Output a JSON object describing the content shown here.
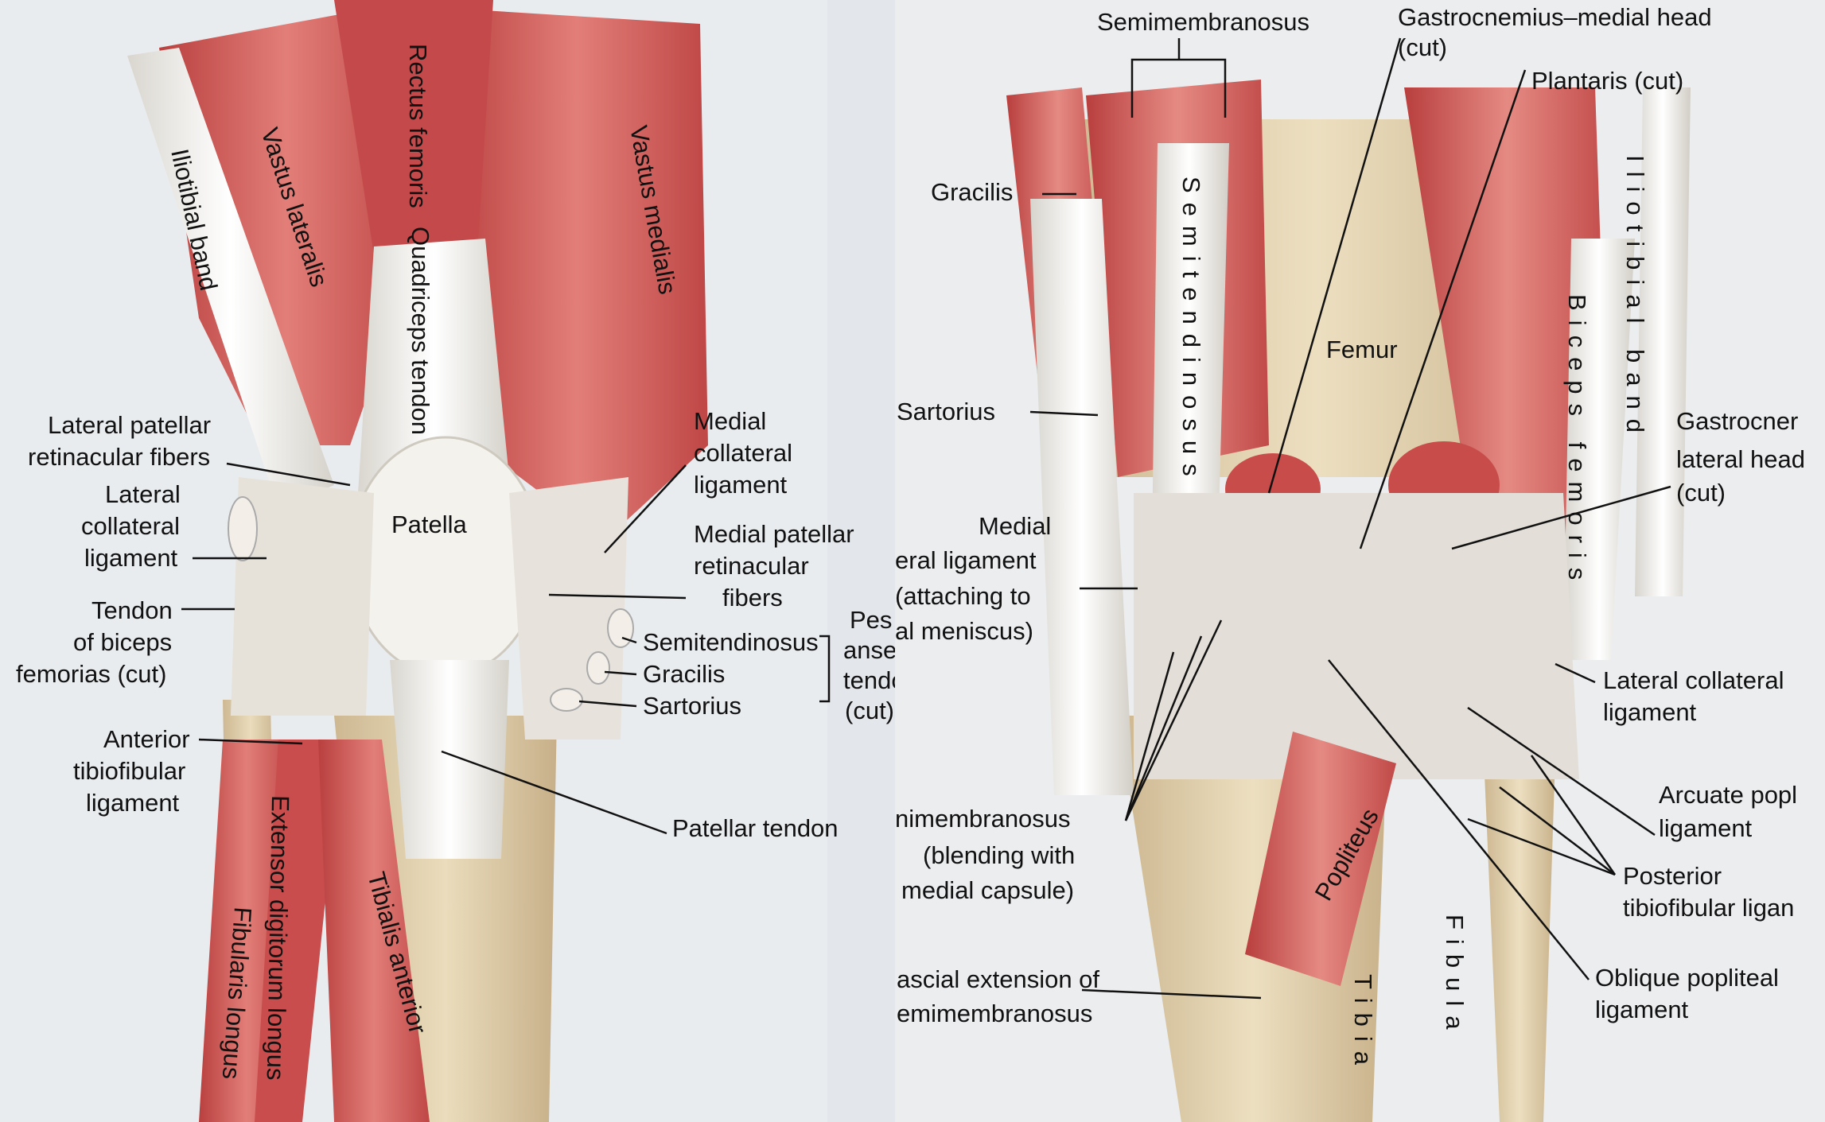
{
  "anterior": {
    "labels": {
      "iliotibial_band": "Iliotibial band",
      "vastus_lateralis": "Vastus lateralis",
      "rectus_femoris": "Rectus femoris",
      "quadriceps_tendon": "Quadriceps tendon",
      "vastus_medialis": "Vastus medialis",
      "lateral_patellar_line1": "Lateral patellar",
      "lateral_patellar_line2": "retinacular fibers",
      "lateral_collateral_line1": "Lateral",
      "lateral_collateral_line2": "collateral",
      "lateral_collateral_line3": "ligament",
      "tendon_biceps_line1": "Tendon",
      "tendon_biceps_line2": "of biceps",
      "tendon_biceps_line3": "femorias (cut)",
      "anterior_tibiofibular_line1": "Anterior",
      "anterior_tibiofibular_line2": "tibiofibular",
      "anterior_tibiofibular_line3": "ligament",
      "patella": "Patella",
      "medial_collateral_line1": "Medial",
      "medial_collateral_line2": "collateral",
      "medial_collateral_line3": "ligament",
      "medial_patellar_line1": "Medial patellar",
      "medial_patellar_line2": "retinacular",
      "medial_patellar_line3": "fibers",
      "semitendinosus": "Semitendinosus",
      "gracilis": "Gracilis",
      "sartorius": "Sartorius",
      "pes_line1": "Pes",
      "pes_line2": "anseri",
      "pes_line3": "tendon",
      "pes_line4": "(cut)",
      "patellar_tendon": "Patellar tendon",
      "extensor_digitorum_longus": "Extensor digitorum longus",
      "fibularis_longus": "Fibularis longus",
      "tibialis_anterior": "Tibialis anterior"
    }
  },
  "posterior": {
    "labels": {
      "semimembranosus_top": "Semimembranosus",
      "gastroc_medial_line1": "Gastrocnemius–medial head",
      "gastroc_medial_line2": "(cut)",
      "plantaris": "Plantaris (cut)",
      "gracilis": "Gracilis",
      "semitendinosus_vertical": "Semitendinosus",
      "iliotibial_vertical": "Iliotibial band",
      "biceps_vertical": "Biceps femoris",
      "femur": "Femur",
      "sartorius": "Sartorius",
      "gastroc_lateral_line1": "Gastrocner",
      "gastroc_lateral_line2": "lateral head",
      "gastroc_lateral_line3": "(cut)",
      "medial_collateral_line1": "Medial",
      "medial_collateral_line2": "eral ligament",
      "medial_collateral_line3": "(attaching to",
      "medial_collateral_line4": "al meniscus)",
      "lateral_collateral_line1": "Lateral collateral",
      "lateral_collateral_line2": "ligament",
      "arcuate_line1": "Arcuate popl",
      "arcuate_line2": "ligament",
      "semimem_blend_line1": "nimembranosus",
      "semimem_blend_line2": "(blending with",
      "semimem_blend_line3": "medial capsule)",
      "popliteus": "Popliteus",
      "posterior_tibiofibular_line1": "Posterior",
      "posterior_tibiofibular_line2": "tibiofibular ligan",
      "oblique_line1": "Oblique popliteal",
      "oblique_line2": "ligament",
      "fascial_line1": "ascial extension of",
      "fascial_line2": "emimembranosus",
      "tibia": "Tibia",
      "fibula": "Fibula"
    }
  },
  "colors": {
    "muscle": "#c9504f",
    "muscle_light": "#e07f7a",
    "tendon": "#f1efe9",
    "bone": "#e4d3b0",
    "background": "#e9ecef"
  }
}
